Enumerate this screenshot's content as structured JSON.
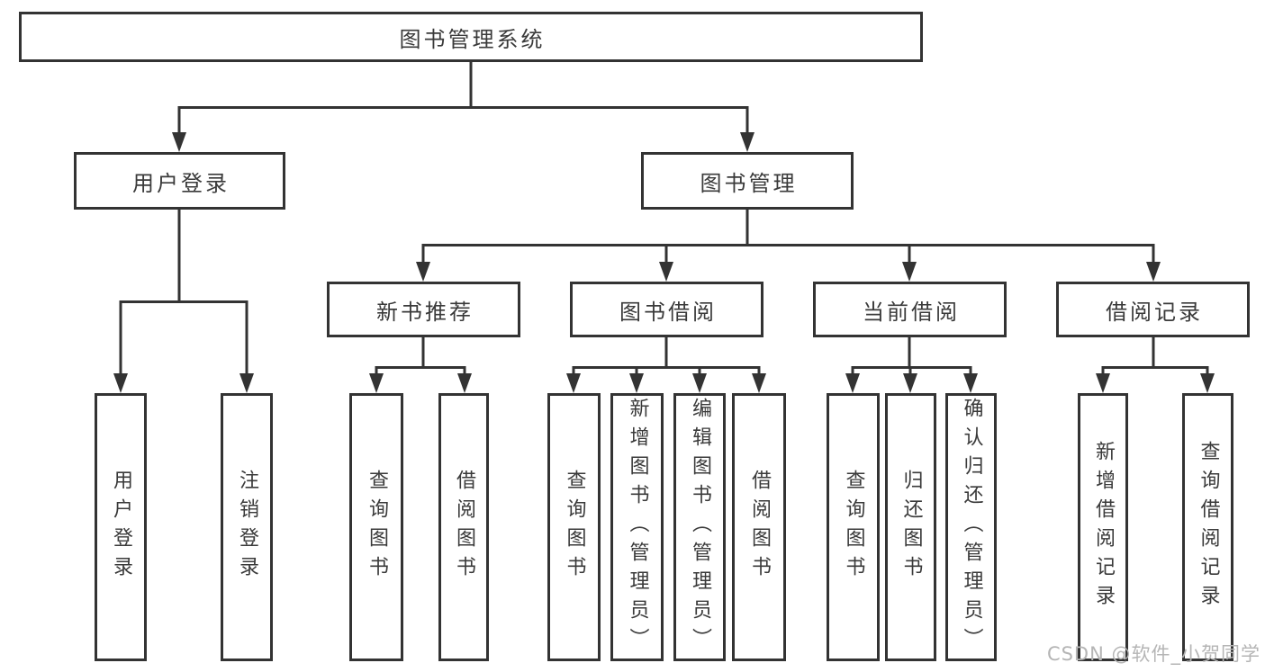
{
  "diagram": {
    "root": {
      "label": "图书管理系统"
    },
    "level2": [
      {
        "label": "用户登录"
      },
      {
        "label": "图书管理"
      }
    ],
    "level3": [
      {
        "label": "新书推荐"
      },
      {
        "label": "图书借阅"
      },
      {
        "label": "当前借阅"
      },
      {
        "label": "借阅记录"
      }
    ],
    "leaves": {
      "user_login": [
        {
          "label": "用户登录"
        },
        {
          "label": "注销登录"
        }
      ],
      "new_book": [
        {
          "label": "查询图书"
        },
        {
          "label": "借阅图书"
        }
      ],
      "borrowing": [
        {
          "label": "查询图书"
        },
        {
          "label": "新增图书（管理员）"
        },
        {
          "label": "编辑图书（管理员）"
        },
        {
          "label": "借阅图书"
        }
      ],
      "current": [
        {
          "label": "查询图书"
        },
        {
          "label": "归还图书"
        },
        {
          "label": "确认归还（管理员）"
        }
      ],
      "records": [
        {
          "label": "新增借阅记录"
        },
        {
          "label": "查询借阅记录"
        }
      ]
    }
  },
  "watermark": {
    "text": "CSDN @软件_小贺同学"
  },
  "colors": {
    "line": "#333333",
    "box_border": "#333333",
    "text": "#3a3a3a",
    "watermark": "#b5b5b5",
    "background": "#ffffff"
  }
}
